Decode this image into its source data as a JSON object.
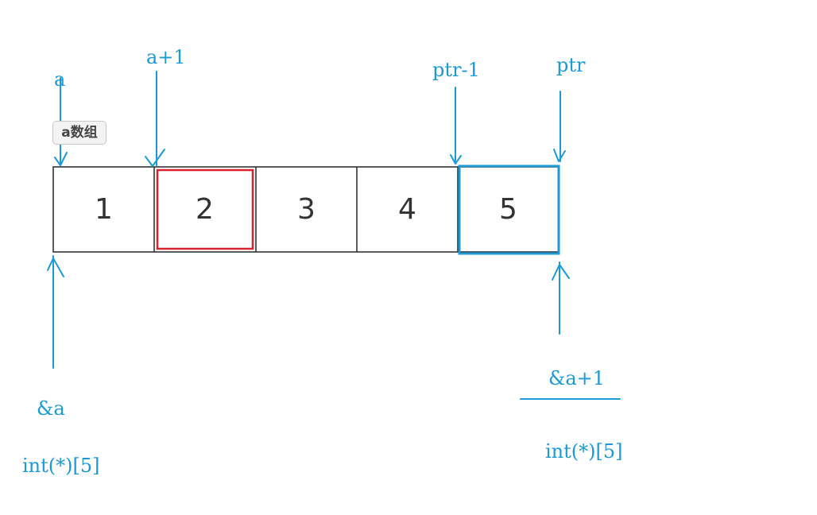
{
  "diagram": {
    "array_tag": "a数组",
    "cells": [
      {
        "value": "1"
      },
      {
        "value": "2"
      },
      {
        "value": "3"
      },
      {
        "value": "4"
      },
      {
        "value": "5"
      }
    ],
    "labels": {
      "a": "a",
      "a_plus_1": "a+1",
      "ptr_minus_1": "ptr-1",
      "ptr": "ptr",
      "address_of_a": "&a",
      "address_of_a_type": "int(*)[5]",
      "address_of_a_plus_1": "&a+1",
      "address_of_a_plus_1_type": "int(*)[5]"
    },
    "colors": {
      "annotation": "#1a9ad6",
      "cell_border": "#333333",
      "highlight_red": "#d9232e",
      "highlight_blue": "#1a9ad6"
    }
  }
}
